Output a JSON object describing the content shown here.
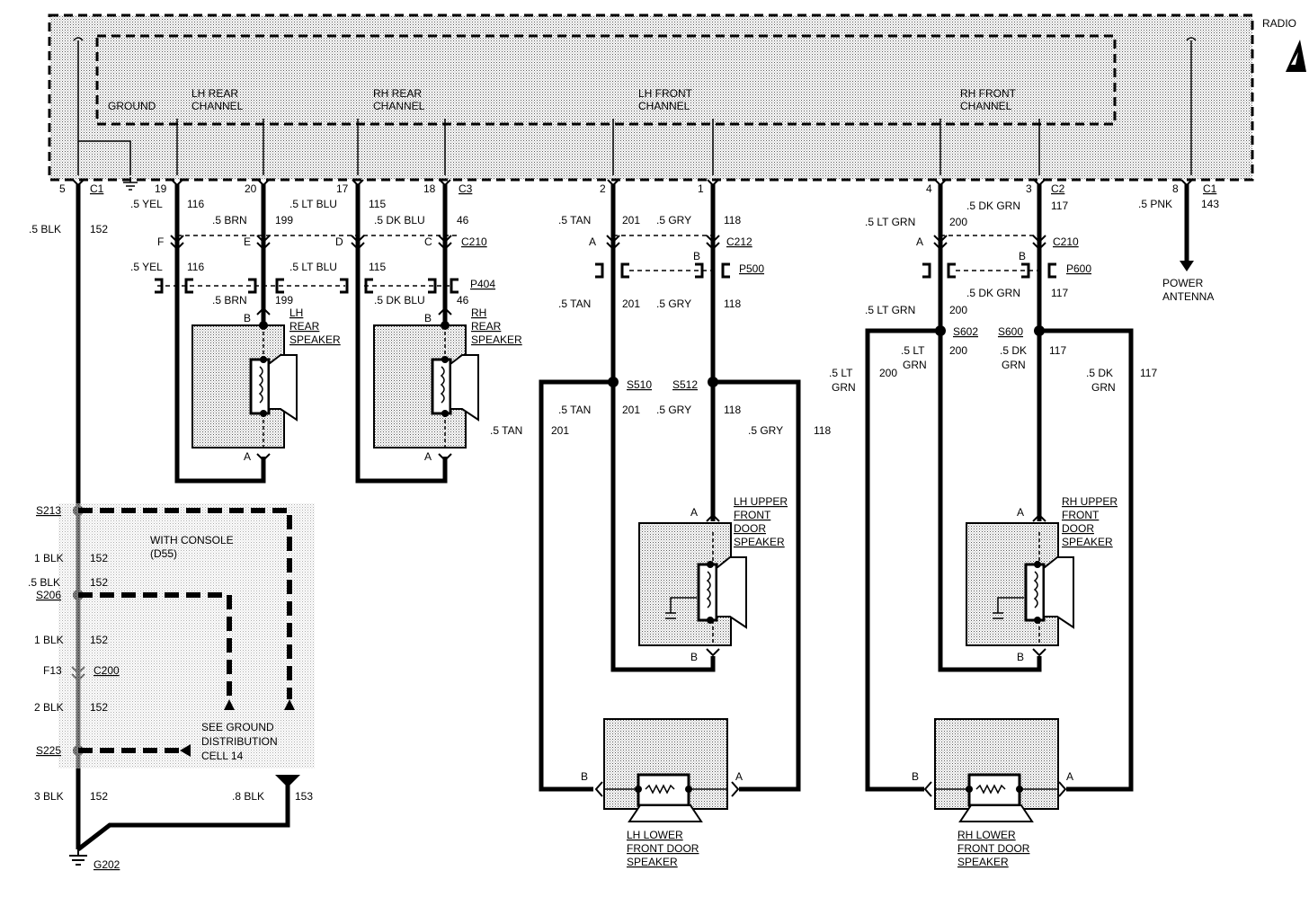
{
  "radio": {
    "label": "RADIO",
    "ground": "GROUND",
    "lh_rear_channel": [
      "LH REAR",
      "CHANNEL"
    ],
    "rh_rear_channel": [
      "RH REAR",
      "CHANNEL"
    ],
    "lh_front_channel": [
      "LH FRONT",
      "CHANNEL"
    ],
    "rh_front_channel": [
      "RH FRONT",
      "CHANNEL"
    ]
  },
  "pins": {
    "p5": "5",
    "c1a": "C1",
    "p19": "19",
    "p20": "20",
    "p17": "17",
    "p18": "18",
    "c3": "C3",
    "p2": "2",
    "p1": "1",
    "p4": "4",
    "p3": "3",
    "c2": "C2",
    "p8": "8",
    "c1b": "C1"
  },
  "wires": {
    "blk152": [
      ".5 BLK",
      "152"
    ],
    "yel116": [
      ".5 YEL",
      "116"
    ],
    "brn199": [
      ".5 BRN",
      "199"
    ],
    "ltblu115": [
      ".5 LT BLU",
      "115"
    ],
    "dkblu46": [
      ".5 DK BLU",
      "46"
    ],
    "tan201": [
      ".5 TAN",
      "201"
    ],
    "gry118": [
      ".5 GRY",
      "118"
    ],
    "ltgrn200": [
      ".5 LT GRN",
      "200"
    ],
    "dkgrn117": [
      ".5 DK GRN",
      "117"
    ],
    "pnk143": [
      ".5 PNK",
      "143"
    ],
    "ltgrn_split": [
      ".5 LT",
      "GRN",
      "200"
    ],
    "dkgrn_split": [
      ".5 DK",
      "GRN",
      "117"
    ]
  },
  "connectors": {
    "c210_left": "C210",
    "c210_right": "C210",
    "c212": "C212",
    "p404": "P404",
    "p500": "P500",
    "p600": "P600",
    "pins_c210_left": [
      "F",
      "E",
      "D",
      "C"
    ],
    "pins_c212": [
      "A",
      "B"
    ],
    "pins_c210_right": [
      "A",
      "B"
    ],
    "pin_a": "A",
    "pin_b": "B"
  },
  "splices": {
    "s510": "S510",
    "s512": "S512",
    "s602": "S602",
    "s600": "S600",
    "s213": "S213",
    "s206": "S206",
    "s225": "S225"
  },
  "speakers": {
    "lh_rear": [
      "LH",
      "REAR",
      "SPEAKER"
    ],
    "rh_rear": [
      "RH",
      "REAR",
      "SPEAKER"
    ],
    "lh_upper": [
      "LH UPPER",
      "FRONT",
      "DOOR",
      "SPEAKER"
    ],
    "rh_upper": [
      "RH UPPER",
      "FRONT",
      "DOOR",
      "SPEAKER"
    ],
    "lh_lower": [
      "LH LOWER",
      "FRONT DOOR",
      "SPEAKER"
    ],
    "rh_lower": [
      "RH LOWER",
      "FRONT DOOR",
      "SPEAKER"
    ]
  },
  "power_antenna": [
    "POWER",
    "ANTENNA"
  ],
  "ground_circuit": {
    "with_console": [
      "WITH CONSOLE",
      "(D55)"
    ],
    "w1": [
      "1 BLK",
      "152"
    ],
    "w2": [
      ".5 BLK",
      "152"
    ],
    "w3": [
      "1 BLK",
      "152"
    ],
    "f13": "F13",
    "c200": "C200",
    "w4": [
      "2 BLK",
      "152"
    ],
    "w5": [
      "3 BLK",
      "152"
    ],
    "w6": [
      ".8 BLK",
      "153"
    ],
    "see_ground": [
      "SEE GROUND",
      "DISTRIBUTION",
      "CELL 14"
    ],
    "g202": "G202"
  }
}
